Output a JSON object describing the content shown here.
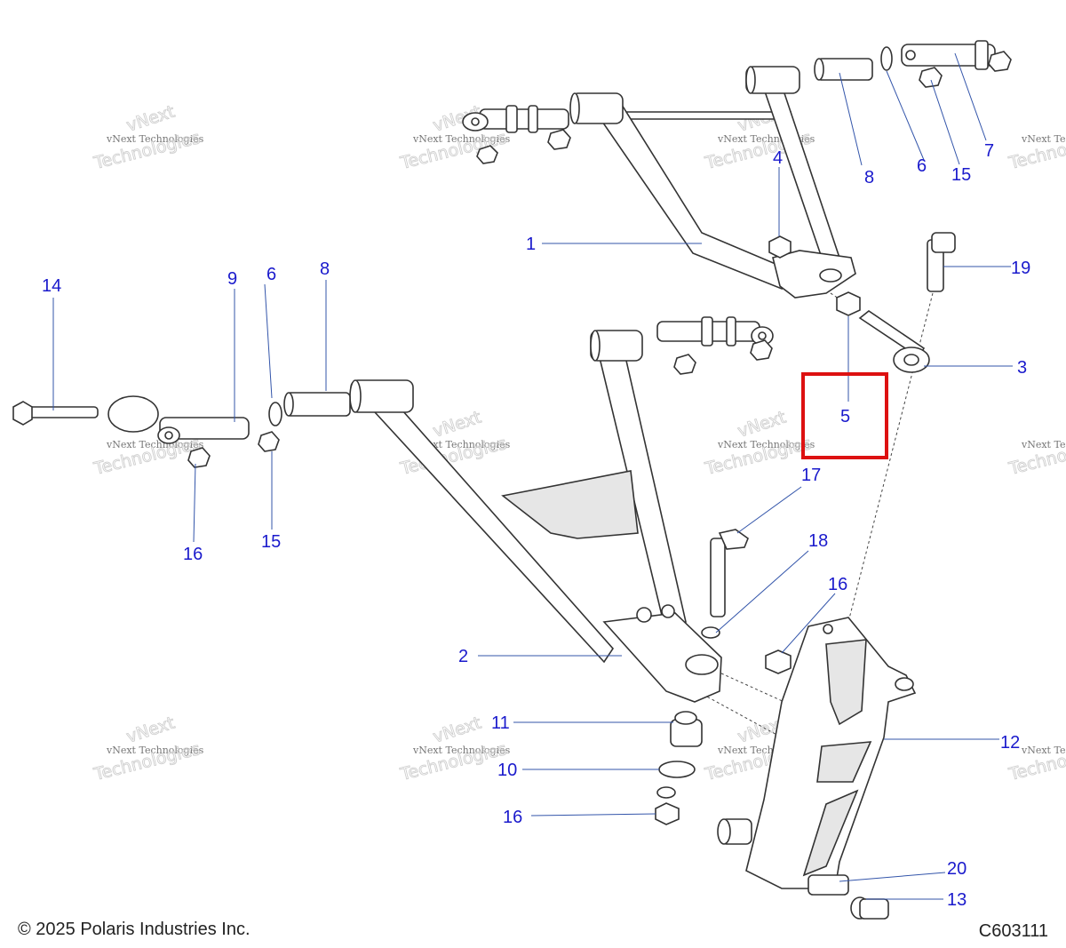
{
  "accent_color": "#1a1acc",
  "highlight_color": "#dd1111",
  "watermark": {
    "line1": "vNext Technologies",
    "line2": "vNext",
    "line3": "Technologies"
  },
  "callouts": {
    "c1": "1",
    "c2": "2",
    "c3": "3",
    "c4": "4",
    "c5": "5",
    "c6a": "6",
    "c6b": "6",
    "c7": "7",
    "c8a": "8",
    "c8b": "8",
    "c9": "9",
    "c10": "10",
    "c11": "11",
    "c12": "12",
    "c13": "13",
    "c14": "14",
    "c15a": "15",
    "c15b": "15",
    "c16a": "16",
    "c16b": "16",
    "c16c": "16",
    "c17": "17",
    "c18": "18",
    "c19": "19",
    "c20": "20"
  },
  "highlighted_callout": "5",
  "footer": {
    "copyright": "© 2025 Polaris Industries Inc.",
    "drawing_id": "C603111"
  }
}
